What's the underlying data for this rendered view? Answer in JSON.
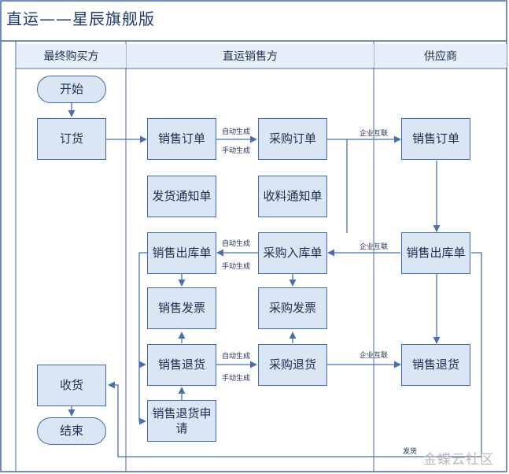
{
  "title": "直运——星辰旗舰版",
  "lanes": {
    "buyer": "最终购买方",
    "seller": "直运销售方",
    "supplier": "供应商"
  },
  "nodes": {
    "start": "开始",
    "order": "订货",
    "receive": "收货",
    "end": "结束",
    "sales_order": "销售订单",
    "purchase_order": "采购订单",
    "delivery_notice": "发货通知单",
    "receipt_notice": "收料通知单",
    "sales_outbound": "销售出库单",
    "purchase_inbound": "采购入库单",
    "sales_invoice": "销售发票",
    "purchase_invoice": "采购发票",
    "sales_return": "销售退货",
    "purchase_return": "采购退货",
    "sales_return_request": "销售退货申请",
    "supplier_sales_order": "销售订单",
    "supplier_sales_outbound": "销售出库单",
    "supplier_sales_return": "销售退货"
  },
  "labels": {
    "auto_generate": "自动生成",
    "manual_generate": "手动生成",
    "enterprise_link": "企业互联",
    "ship": "发货"
  },
  "watermark": "金蝶云社区",
  "colors": {
    "box_fill": "#dbe6f5",
    "box_border": "#3f69ac",
    "line": "#4a6fb0"
  }
}
